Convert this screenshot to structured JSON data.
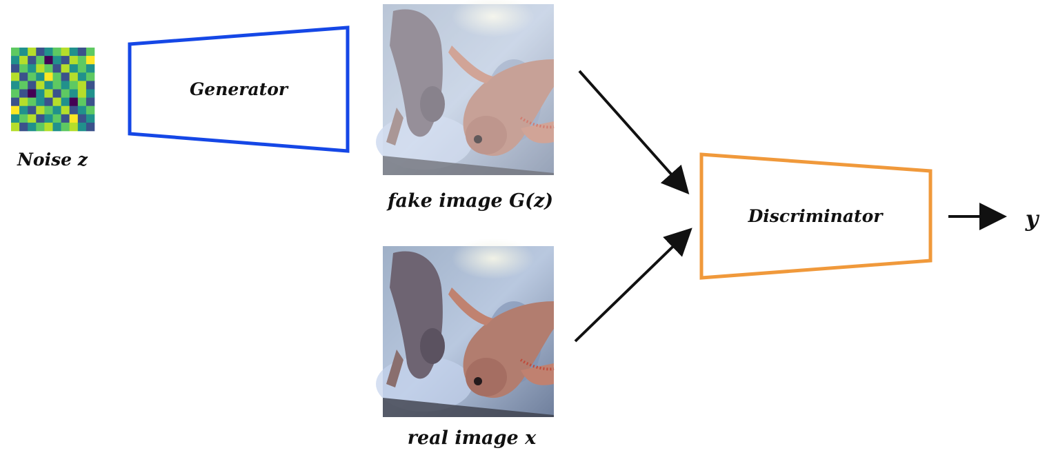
{
  "noise": {
    "label": "Noise z",
    "colors": [
      "#440154",
      "#3b528b",
      "#21918c",
      "#5ec962",
      "#b5de2b",
      "#fde725",
      "#2c728e",
      "#27ad81"
    ],
    "grid": [
      [
        3,
        2,
        4,
        1,
        2,
        3,
        4,
        2,
        1,
        3
      ],
      [
        2,
        4,
        1,
        3,
        0,
        2,
        1,
        4,
        3,
        5
      ],
      [
        1,
        3,
        2,
        4,
        3,
        1,
        4,
        2,
        3,
        2
      ],
      [
        4,
        1,
        3,
        2,
        5,
        3,
        1,
        4,
        2,
        3
      ],
      [
        2,
        3,
        1,
        4,
        2,
        3,
        2,
        3,
        4,
        1
      ],
      [
        3,
        1,
        0,
        2,
        4,
        1,
        3,
        2,
        4,
        2
      ],
      [
        1,
        4,
        3,
        2,
        1,
        4,
        2,
        0,
        3,
        1
      ],
      [
        5,
        2,
        1,
        4,
        3,
        2,
        4,
        1,
        2,
        3
      ],
      [
        2,
        3,
        4,
        1,
        2,
        3,
        1,
        5,
        1,
        2
      ],
      [
        4,
        1,
        2,
        3,
        4,
        2,
        3,
        4,
        2,
        1
      ]
    ]
  },
  "generator": {
    "label": "Generator",
    "color": "#1547e6"
  },
  "fake_image": {
    "label": "fake image G(z)"
  },
  "real_image": {
    "label": "real image x"
  },
  "discriminator": {
    "label": "Discriminator",
    "color": "#f0993b"
  },
  "output": {
    "label": "y"
  }
}
